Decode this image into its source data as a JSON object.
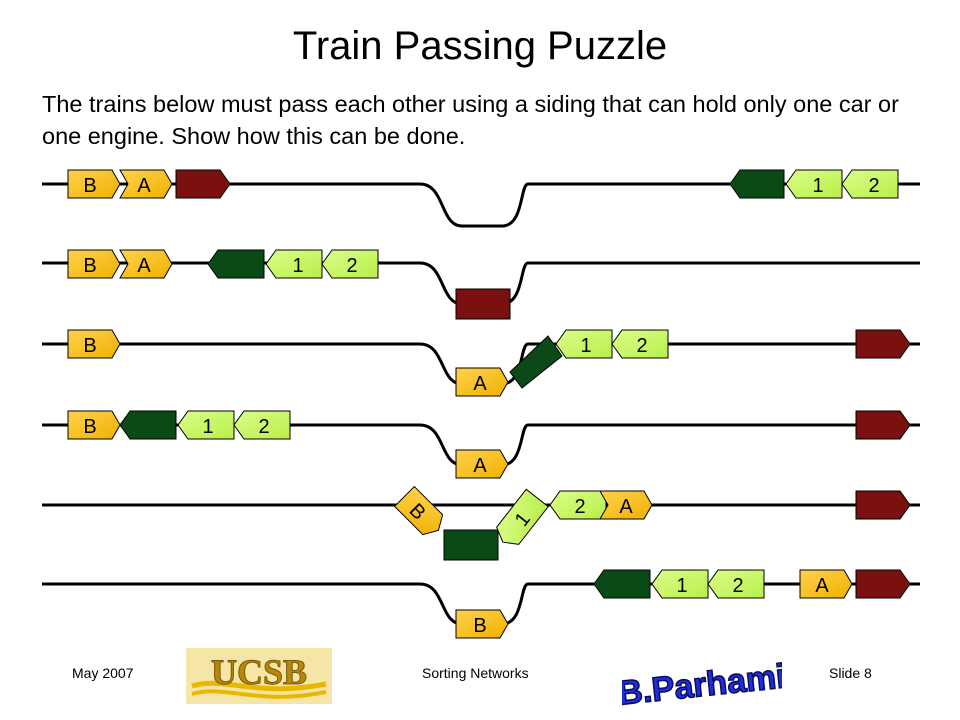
{
  "slide": {
    "title": "Train Passing Puzzle",
    "body": "The trains below must pass each other using a siding that can hold only one car or one engine. Show how this can be done.",
    "footer_left": "May 2007",
    "footer_center": "Sorting Networks",
    "footer_right": "Slide 8",
    "logo_left_text": "UCSB",
    "logo_right_text": "B.Parhami"
  },
  "colors": {
    "car_A_B": "#ffc000",
    "car_1_2": "#ccff66",
    "engine_left": "#7a1010",
    "engine_right": "#0b4a16"
  },
  "diagram": {
    "stages": [
      {
        "step": 1,
        "cars": [
          "B",
          "A",
          "1",
          "2"
        ]
      },
      {
        "step": 2,
        "cars": [
          "B",
          "A",
          "1",
          "2"
        ]
      },
      {
        "step": 3,
        "cars": [
          "B",
          "1",
          "2",
          "A"
        ]
      },
      {
        "step": 4,
        "cars": [
          "B",
          "1",
          "2",
          "A"
        ]
      },
      {
        "step": 5,
        "cars": [
          "B",
          "1",
          "2",
          "A"
        ]
      },
      {
        "step": 6,
        "cars": [
          "1",
          "2",
          "A",
          "B"
        ]
      }
    ]
  }
}
